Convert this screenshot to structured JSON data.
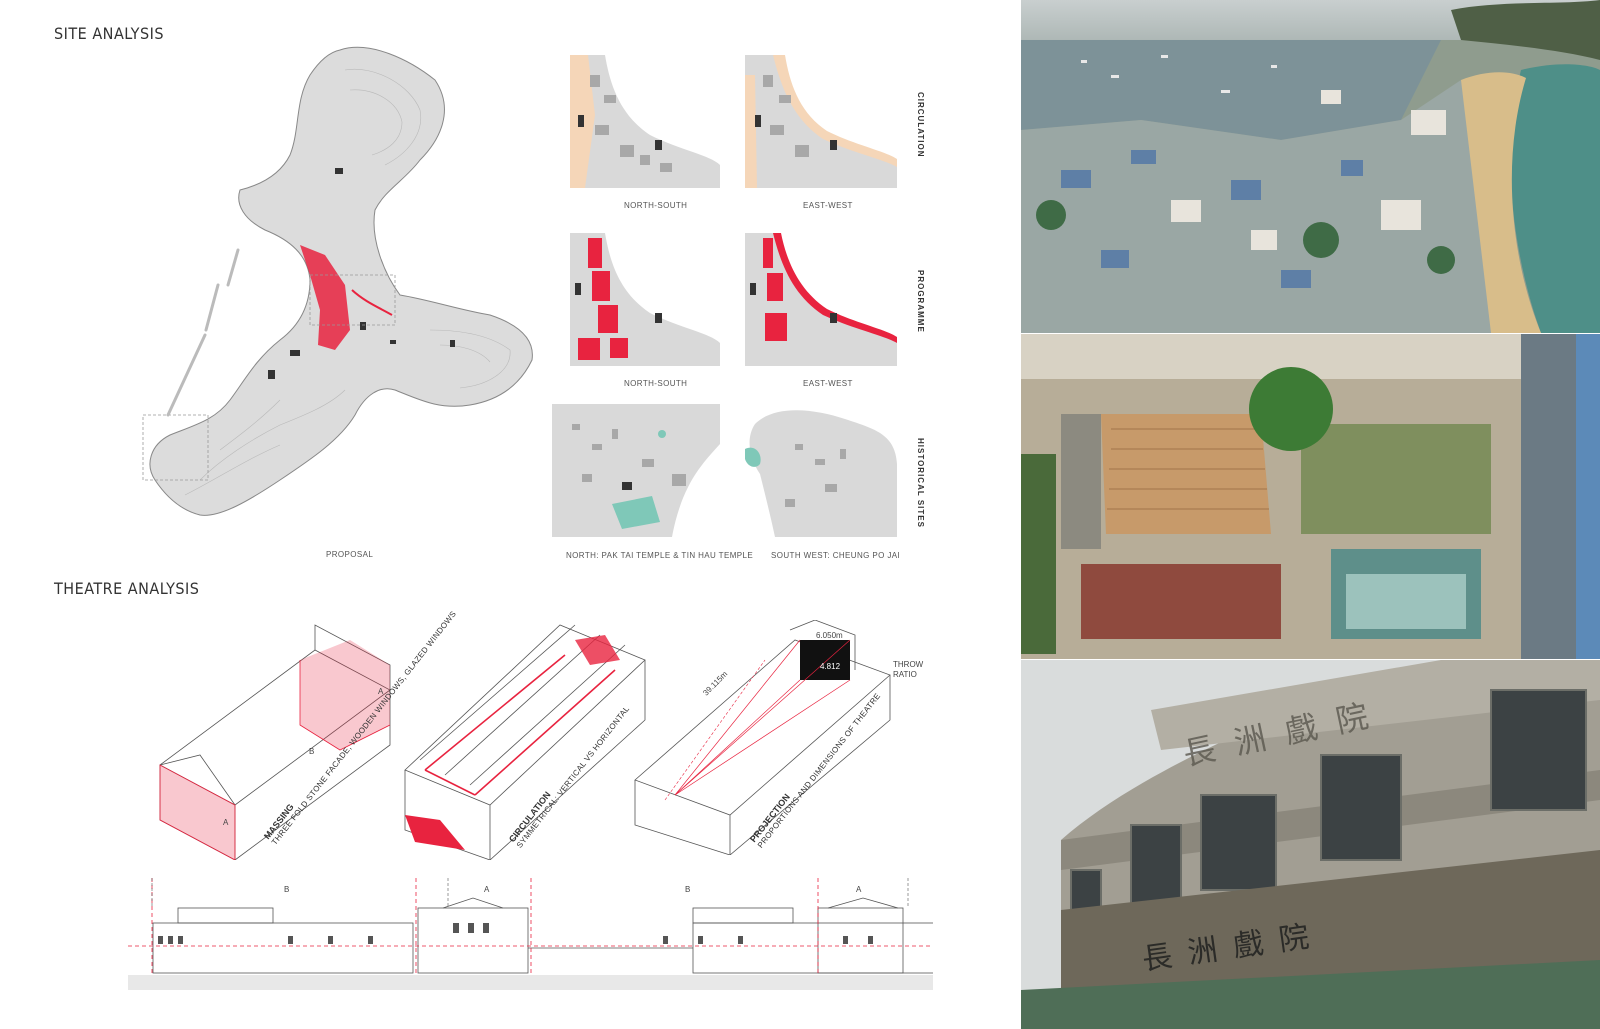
{
  "site": {
    "title": "SITE ANALYSIS",
    "proposal_caption": "PROPOSAL",
    "rows": {
      "circulation": "CIRCULATION",
      "programme": "PROGRAMME",
      "historical": "HISTORICAL SITES"
    },
    "captions": {
      "circ_ns": "NORTH-SOUTH",
      "circ_ew": "EAST-WEST",
      "prog_ns": "NORTH-SOUTH",
      "prog_ew": "EAST-WEST",
      "hist_n": "NORTH: PAK TAI TEMPLE & TIN HAU TEMPLE",
      "hist_sw": "SOUTH WEST: CHEUNG PO JAI"
    }
  },
  "theatre": {
    "title": "THEATRE ANALYSIS",
    "massing": {
      "heading": "MASSING",
      "text": "THREE FOLD STONE FACADE, WOODEN WINDOWS, GLAZED WINDOWS"
    },
    "circulation": {
      "heading": "CIRCULATION",
      "text": "SYMMETRICAL: VERTICAL VS HORIZONTAL"
    },
    "projection": {
      "heading": "PROJECTION",
      "text": "PROPORTIONS AND DIMENSIONS OF THEATRE"
    },
    "dims": {
      "width": "6.050m",
      "height": "4.812",
      "length": "39.115m",
      "throw_ratio": "THROW\nRATIO"
    },
    "zone_a": "A",
    "zone_b": "B",
    "elevation_marks": [
      "B",
      "A",
      "B",
      "A"
    ]
  },
  "photos": {
    "signage_top": "長洲戲院",
    "signage_bottom": "長洲戲院"
  },
  "colors": {
    "accent_red": "#e8233f",
    "map_gray": "#d9d9d9",
    "sand": "#f5d6b8",
    "teal": "#7fc8b8"
  }
}
